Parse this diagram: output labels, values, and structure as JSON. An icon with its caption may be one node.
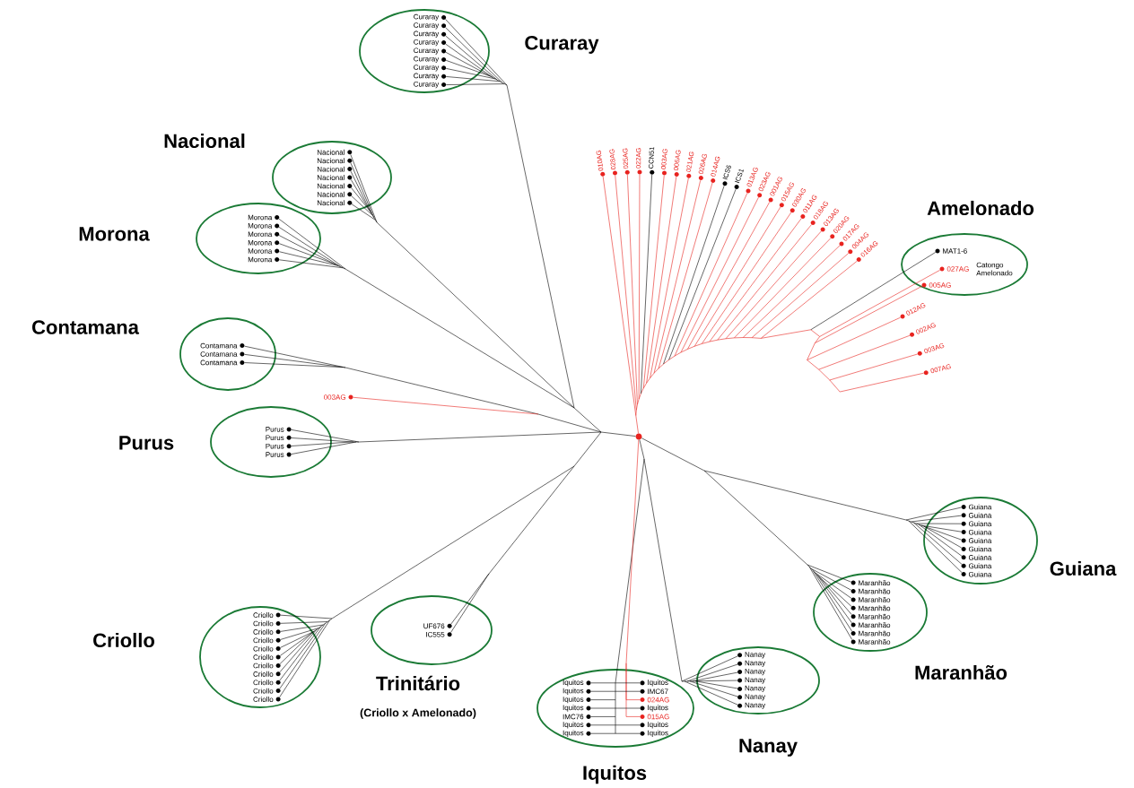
{
  "diagram": {
    "nodes": [
      {
        "text": [],
        "shape": "circle"
      },
      {
        "text": [
          "Curaray"
        ]
      },
      {
        "text": [
          "Curaray"
        ],
        "in": 1
      },
      {
        "text": [
          "Curaray"
        ],
        "in": 1
      },
      {
        "text": [
          "Curaray"
        ],
        "in": 1
      },
      {
        "text": [
          "Curaray"
        ],
        "in": 1
      },
      {
        "text": [
          "Curaray"
        ],
        "in": 1
      },
      {
        "text": [
          "Curaray"
        ],
        "in": 1
      },
      {
        "text": [
          "Curaray"
        ],
        "in": 1
      },
      {
        "text": [
          "Curaray"
        ],
        "in": 1
      },
      {
        "text": [
          "Curaray"
        ],
        "in": 1
      },
      {
        "text": [
          "Nacional"
        ]
      },
      {
        "text": [
          "Nacional"
        ],
        "in": 11
      },
      {
        "text": [
          "Nacional"
        ],
        "in": 11
      },
      {
        "text": [
          "Nacional"
        ],
        "in": 11
      },
      {
        "text": [
          "Nacional"
        ],
        "in": 11
      },
      {
        "text": [
          "Nacional"
        ],
        "in": 11
      },
      {
        "text": [
          "Nacional"
        ],
        "in": 11
      },
      {
        "text": [
          "Nacional"
        ],
        "in": 11
      },
      {
        "text": [
          "Morona"
        ]
      },
      {
        "text": [
          "Morona"
        ],
        "in": 19
      },
      {
        "text": [
          "Morona"
        ],
        "in": 19
      },
      {
        "text": [
          "Morona"
        ],
        "in": 19
      },
      {
        "text": [
          "Morona"
        ],
        "in": 19
      },
      {
        "text": [
          "Morona"
        ],
        "in": 19
      },
      {
        "text": [
          "Morona"
        ],
        "in": 19
      },
      {
        "text": [
          "Contamana"
        ]
      },
      {
        "text": [
          "Contamana"
        ],
        "in": 26
      },
      {
        "text": [
          "Contamana"
        ],
        "in": 26
      },
      {
        "text": [
          "Contamana"
        ],
        "in": 26
      },
      {
        "text": [
          "Purus"
        ]
      },
      {
        "text": [
          "Purus"
        ],
        "in": 30
      },
      {
        "text": [
          "Purus"
        ],
        "in": 30
      },
      {
        "text": [
          "Purus"
        ],
        "in": 30
      },
      {
        "text": [
          "Purus"
        ],
        "in": 30
      },
      {
        "text": [
          "Criollo"
        ]
      },
      {
        "text": [
          "Criollo"
        ],
        "in": 35
      },
      {
        "text": [
          "Criollo"
        ],
        "in": 35
      },
      {
        "text": [
          "Criollo"
        ],
        "in": 35
      },
      {
        "text": [
          "Criollo"
        ],
        "in": 35
      },
      {
        "text": [
          "Criollo"
        ],
        "in": 35
      },
      {
        "text": [
          "Criollo"
        ],
        "in": 35
      },
      {
        "text": [
          "Criollo"
        ],
        "in": 35
      },
      {
        "text": [
          "Criollo"
        ],
        "in": 35
      },
      {
        "text": [
          "Criollo"
        ],
        "in": 35
      },
      {
        "text": [
          "Criollo"
        ],
        "in": 35
      },
      {
        "text": [
          "Criollo"
        ],
        "in": 35
      },
      {
        "text": [
          "Trinitário",
          "(Criollo x Amelonado)"
        ]
      },
      {
        "text": [
          "UF676"
        ],
        "in": 47
      },
      {
        "text": [
          "IC555"
        ],
        "in": 47
      },
      {
        "text": [
          "Iquitos"
        ]
      },
      {
        "text": [
          "Iquitos"
        ],
        "in": 50
      },
      {
        "text": [
          "Iquitos"
        ],
        "in": 50
      },
      {
        "text": [
          "Iquitos"
        ],
        "in": 50
      },
      {
        "text": [
          "IMC67"
        ],
        "in": 50
      },
      {
        "text": [
          "Iquitos"
        ],
        "in": 50
      },
      {
        "text": [
          "024AG"
        ],
        "in": 50
      },
      {
        "text": [
          "Iquitos"
        ],
        "in": 50
      },
      {
        "text": [
          "Iquitos"
        ],
        "in": 50
      },
      {
        "text": [
          "IMC76"
        ],
        "in": 50
      },
      {
        "text": [
          "015AG"
        ],
        "in": 50
      },
      {
        "text": [
          "Iquitos"
        ],
        "in": 50
      },
      {
        "text": [
          "Iquitos"
        ],
        "in": 50
      },
      {
        "text": [
          "Iquitos"
        ],
        "in": 50
      },
      {
        "text": [
          "Iquitos"
        ],
        "in": 50
      },
      {
        "text": [
          "Nanay"
        ]
      },
      {
        "text": [
          "Nanay"
        ],
        "in": 65
      },
      {
        "text": [
          "Nanay"
        ],
        "in": 65
      },
      {
        "text": [
          "Nanay"
        ],
        "in": 65
      },
      {
        "text": [
          "Nanay"
        ],
        "in": 65
      },
      {
        "text": [
          "Nanay"
        ],
        "in": 65
      },
      {
        "text": [
          "Nanay"
        ],
        "in": 65
      },
      {
        "text": [
          "Nanay"
        ],
        "in": 65
      },
      {
        "text": [
          "Maranhão"
        ]
      },
      {
        "text": [
          "Maranhão"
        ],
        "in": 73
      },
      {
        "text": [
          "Maranhão"
        ],
        "in": 73
      },
      {
        "text": [
          "Maranhão"
        ],
        "in": 73
      },
      {
        "text": [
          "Maranhão"
        ],
        "in": 73
      },
      {
        "text": [
          "Maranhão"
        ],
        "in": 73
      },
      {
        "text": [
          "Maranhão"
        ],
        "in": 73
      },
      {
        "text": [
          "Maranhão"
        ],
        "in": 73
      },
      {
        "text": [
          "Maranhão"
        ],
        "in": 73
      },
      {
        "text": [
          "Guiana"
        ]
      },
      {
        "text": [
          "Guiana"
        ],
        "in": 82
      },
      {
        "text": [
          "Guiana"
        ],
        "in": 82
      },
      {
        "text": [
          "Guiana"
        ],
        "in": 82
      },
      {
        "text": [
          "Guiana"
        ],
        "in": 82
      },
      {
        "text": [
          "Guiana"
        ],
        "in": 82
      },
      {
        "text": [
          "Guiana"
        ],
        "in": 82
      },
      {
        "text": [
          "Guiana"
        ],
        "in": 82
      },
      {
        "text": [
          "Guiana"
        ],
        "in": 82
      },
      {
        "text": [
          "Guiana"
        ],
        "in": 82
      },
      {
        "text": [
          "Amelonado"
        ]
      },
      {
        "text": [
          "MAT1-6"
        ],
        "in": 92
      },
      {
        "text": [
          "027AG"
        ],
        "in": 92
      },
      {
        "text": [
          "005AG"
        ],
        "in": 92
      },
      {
        "text": [
          "010AG"
        ]
      },
      {
        "text": [
          "028AG"
        ]
      },
      {
        "text": [
          "025AG"
        ]
      },
      {
        "text": [
          "022AG"
        ]
      },
      {
        "text": [
          "CCN51"
        ]
      },
      {
        "text": [
          "003AG"
        ]
      },
      {
        "text": [
          "006AG"
        ]
      },
      {
        "text": [
          "021AG"
        ]
      },
      {
        "text": [
          "026AG"
        ]
      },
      {
        "text": [
          "014AG"
        ]
      },
      {
        "text": [
          "ICS6"
        ]
      },
      {
        "text": [
          "ICS1"
        ]
      },
      {
        "text": [
          "013AG"
        ]
      },
      {
        "text": [
          "023AG"
        ]
      },
      {
        "text": [
          "001AG"
        ]
      },
      {
        "text": [
          "015AG"
        ]
      },
      {
        "text": [
          "030AG"
        ]
      },
      {
        "text": [
          "011AG"
        ]
      },
      {
        "text": [
          "018AG"
        ]
      },
      {
        "text": [
          "013AG"
        ]
      },
      {
        "text": [
          "020AG"
        ]
      },
      {
        "text": [
          "017AG"
        ]
      },
      {
        "text": [
          "004AG"
        ]
      },
      {
        "text": [
          "016AG"
        ]
      },
      {
        "text": [
          "012AG"
        ]
      },
      {
        "text": [
          "002AG"
        ]
      },
      {
        "text": [
          "003AG"
        ]
      },
      {
        "text": [
          "007AG"
        ]
      },
      {
        "text": [
          "003AG"
        ]
      }
    ],
    "edges": [
      {
        "from": 0,
        "to": 2,
        "arrow": "none"
      },
      {
        "from": 0,
        "to": 3,
        "arrow": "none"
      },
      {
        "from": 0,
        "to": 4,
        "arrow": "none"
      },
      {
        "from": 0,
        "to": 5,
        "arrow": "none"
      },
      {
        "from": 0,
        "to": 6,
        "arrow": "none"
      },
      {
        "from": 0,
        "to": 7,
        "arrow": "none"
      },
      {
        "from": 0,
        "to": 8,
        "arrow": "none"
      },
      {
        "from": 0,
        "to": 9,
        "arrow": "none"
      },
      {
        "from": 0,
        "to": 10,
        "arrow": "none"
      },
      {
        "from": 0,
        "to": 12,
        "arrow": "none"
      },
      {
        "from": 0,
        "to": 13,
        "arrow": "none"
      },
      {
        "from": 0,
        "to": 14,
        "arrow": "none"
      },
      {
        "from": 0,
        "to": 15,
        "arrow": "none"
      },
      {
        "from": 0,
        "to": 16,
        "arrow": "none"
      },
      {
        "from": 0,
        "to": 17,
        "arrow": "none"
      },
      {
        "from": 0,
        "to": 18,
        "arrow": "none"
      },
      {
        "from": 0,
        "to": 20,
        "arrow": "none"
      },
      {
        "from": 0,
        "to": 21,
        "arrow": "none"
      },
      {
        "from": 0,
        "to": 22,
        "arrow": "none"
      },
      {
        "from": 0,
        "to": 23,
        "arrow": "none"
      },
      {
        "from": 0,
        "to": 24,
        "arrow": "none"
      },
      {
        "from": 0,
        "to": 25,
        "arrow": "none"
      },
      {
        "from": 0,
        "to": 27,
        "arrow": "none"
      },
      {
        "from": 0,
        "to": 28,
        "arrow": "none"
      },
      {
        "from": 0,
        "to": 29,
        "arrow": "none"
      },
      {
        "from": 0,
        "to": 31,
        "arrow": "none"
      },
      {
        "from": 0,
        "to": 32,
        "arrow": "none"
      },
      {
        "from": 0,
        "to": 33,
        "arrow": "none"
      },
      {
        "from": 0,
        "to": 34,
        "arrow": "none"
      },
      {
        "from": 0,
        "to": 36,
        "arrow": "none"
      },
      {
        "from": 0,
        "to": 37,
        "arrow": "none"
      },
      {
        "from": 0,
        "to": 38,
        "arrow": "none"
      },
      {
        "from": 0,
        "to": 39,
        "arrow": "none"
      },
      {
        "from": 0,
        "to": 40,
        "arrow": "none"
      },
      {
        "from": 0,
        "to": 41,
        "arrow": "none"
      },
      {
        "from": 0,
        "to": 42,
        "arrow": "none"
      },
      {
        "from": 0,
        "to": 43,
        "arrow": "none"
      },
      {
        "from": 0,
        "to": 44,
        "arrow": "none"
      },
      {
        "from": 0,
        "to": 45,
        "arrow": "none"
      },
      {
        "from": 0,
        "to": 46,
        "arrow": "none"
      },
      {
        "from": 0,
        "to": 48,
        "arrow": "none"
      },
      {
        "from": 0,
        "to": 49,
        "arrow": "none"
      },
      {
        "from": 0,
        "to": 51,
        "arrow": "none"
      },
      {
        "from": 0,
        "to": 52,
        "arrow": "none"
      },
      {
        "from": 0,
        "to": 53,
        "arrow": "none"
      },
      {
        "from": 0,
        "to": 54,
        "arrow": "none"
      },
      {
        "from": 0,
        "to": 55,
        "arrow": "none"
      },
      {
        "from": 0,
        "to": 56,
        "arrow": "none",
        "color": "#e8231f"
      },
      {
        "from": 0,
        "to": 57,
        "arrow": "none"
      },
      {
        "from": 0,
        "to": 58,
        "arrow": "none"
      },
      {
        "from": 0,
        "to": 59,
        "arrow": "none"
      },
      {
        "from": 0,
        "to": 60,
        "arrow": "none",
        "color": "#e8231f"
      },
      {
        "from": 0,
        "to": 61,
        "arrow": "none"
      },
      {
        "from": 0,
        "to": 62,
        "arrow": "none"
      },
      {
        "from": 0,
        "to": 63,
        "arrow": "none"
      },
      {
        "from": 0,
        "to": 64,
        "arrow": "none"
      },
      {
        "from": 0,
        "to": 66,
        "arrow": "none"
      },
      {
        "from": 0,
        "to": 67,
        "arrow": "none"
      },
      {
        "from": 0,
        "to": 68,
        "arrow": "none"
      },
      {
        "from": 0,
        "to": 69,
        "arrow": "none"
      },
      {
        "from": 0,
        "to": 70,
        "arrow": "none"
      },
      {
        "from": 0,
        "to": 71,
        "arrow": "none"
      },
      {
        "from": 0,
        "to": 72,
        "arrow": "none"
      },
      {
        "from": 0,
        "to": 74,
        "arrow": "none"
      },
      {
        "from": 0,
        "to": 75,
        "arrow": "none"
      },
      {
        "from": 0,
        "to": 76,
        "arrow": "none"
      },
      {
        "from": 0,
        "to": 77,
        "arrow": "none"
      },
      {
        "from": 0,
        "to": 78,
        "arrow": "none"
      },
      {
        "from": 0,
        "to": 79,
        "arrow": "none"
      },
      {
        "from": 0,
        "to": 80,
        "arrow": "none"
      },
      {
        "from": 0,
        "to": 81,
        "arrow": "none"
      },
      {
        "from": 0,
        "to": 83,
        "arrow": "none"
      },
      {
        "from": 0,
        "to": 84,
        "arrow": "none"
      },
      {
        "from": 0,
        "to": 85,
        "arrow": "none"
      },
      {
        "from": 0,
        "to": 86,
        "arrow": "none"
      },
      {
        "from": 0,
        "to": 87,
        "arrow": "none"
      },
      {
        "from": 0,
        "to": 88,
        "arrow": "none"
      },
      {
        "from": 0,
        "to": 89,
        "arrow": "none"
      },
      {
        "from": 0,
        "to": 90,
        "arrow": "none"
      },
      {
        "from": 0,
        "to": 91,
        "arrow": "none"
      },
      {
        "from": 0,
        "to": 93,
        "arrow": "none"
      },
      {
        "from": 0,
        "to": 94,
        "arrow": "none",
        "color": "#e8231f"
      },
      {
        "from": 0,
        "to": 95,
        "arrow": "none",
        "color": "#e8231f"
      },
      {
        "from": 0,
        "to": 96,
        "arrow": "none",
        "color": "#e8231f"
      },
      {
        "from": 0,
        "to": 97,
        "arrow": "none",
        "color": "#e8231f"
      },
      {
        "from": 0,
        "to": 98,
        "arrow": "none",
        "color": "#e8231f"
      },
      {
        "from": 0,
        "to": 99,
        "arrow": "none",
        "color": "#e8231f"
      },
      {
        "from": 0,
        "to": 100,
        "arrow": "none"
      },
      {
        "from": 0,
        "to": 101,
        "arrow": "none",
        "color": "#e8231f"
      },
      {
        "from": 0,
        "to": 102,
        "arrow": "none",
        "color": "#e8231f"
      },
      {
        "from": 0,
        "to": 103,
        "arrow": "none",
        "color": "#e8231f"
      },
      {
        "from": 0,
        "to": 104,
        "arrow": "none",
        "color": "#e8231f"
      },
      {
        "from": 0,
        "to": 105,
        "arrow": "none",
        "color": "#e8231f"
      },
      {
        "from": 0,
        "to": 106,
        "arrow": "none"
      },
      {
        "from": 0,
        "to": 107,
        "arrow": "none"
      },
      {
        "from": 0,
        "to": 108,
        "arrow": "none",
        "color": "#e8231f"
      },
      {
        "from": 0,
        "to": 109,
        "arrow": "none",
        "color": "#e8231f"
      },
      {
        "from": 0,
        "to": 110,
        "arrow": "none",
        "color": "#e8231f"
      },
      {
        "from": 0,
        "to": 111,
        "arrow": "none",
        "color": "#e8231f"
      },
      {
        "from": 0,
        "to": 112,
        "arrow": "none",
        "color": "#e8231f"
      },
      {
        "from": 0,
        "to": 113,
        "arrow": "none",
        "color": "#e8231f"
      },
      {
        "from": 0,
        "to": 114,
        "arrow": "none",
        "color": "#e8231f"
      },
      {
        "from": 0,
        "to": 115,
        "arrow": "none",
        "color": "#e8231f"
      },
      {
        "from": 0,
        "to": 116,
        "arrow": "none",
        "color": "#e8231f"
      },
      {
        "from": 0,
        "to": 117,
        "arrow": "none",
        "color": "#e8231f"
      },
      {
        "from": 0,
        "to": 118,
        "arrow": "none",
        "color": "#e8231f"
      },
      {
        "from": 0,
        "to": 119,
        "arrow": "none",
        "color": "#e8231f"
      },
      {
        "from": 0,
        "to": 120,
        "arrow": "none",
        "color": "#e8231f"
      },
      {
        "from": 0,
        "to": 121,
        "arrow": "none",
        "color": "#e8231f"
      },
      {
        "from": 0,
        "to": 122,
        "arrow": "none",
        "color": "#e8231f"
      },
      {
        "from": 0,
        "to": 123,
        "arrow": "none",
        "color": "#e8231f"
      },
      {
        "from": 0,
        "to": 124,
        "arrow": "none",
        "color": "#e8231f"
      }
    ],
    "labels": [
      "Catongo Amelonado"
    ]
  }
}
